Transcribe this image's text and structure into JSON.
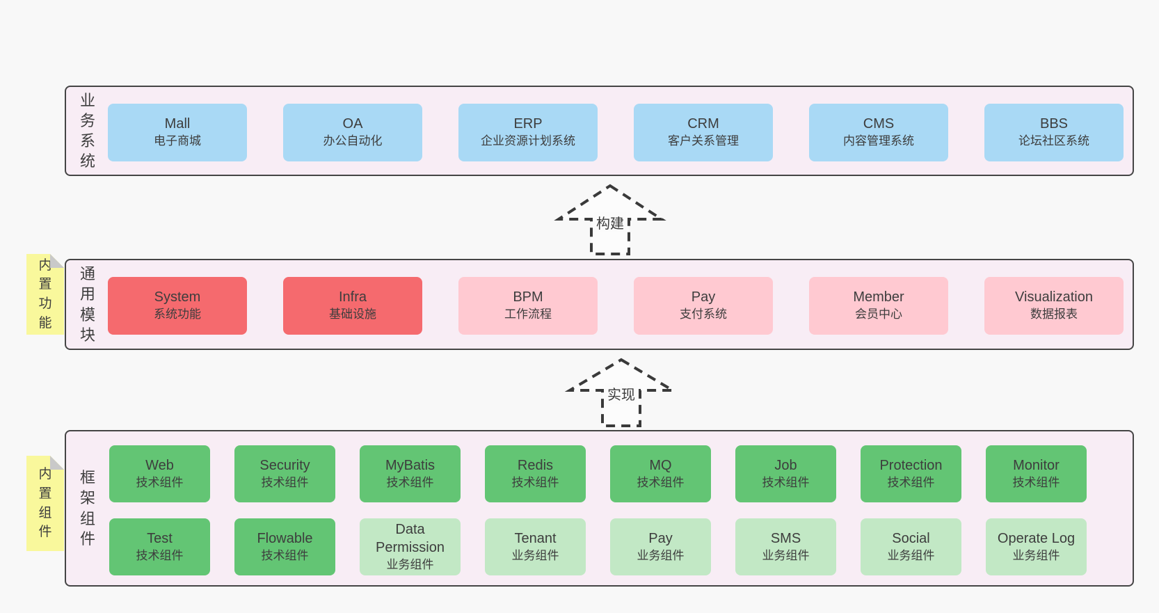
{
  "colors": {
    "page_bg": "#f8f8f8",
    "band_bg": "#f8edf5",
    "band_border": "#454545",
    "blue_box": "#a9d9f5",
    "red_box": "#f56a6e",
    "pink_box": "#ffc9d1",
    "green_box": "#63c574",
    "light_green_box": "#c2e8c5",
    "sticky_note": "#f9f89c",
    "note_fold": "#c9c9c9",
    "text": "#3d3d3d"
  },
  "bands": [
    {
      "label": "业务系统",
      "boxes": [
        {
          "name": "Mall",
          "subtitle": "电子商城"
        },
        {
          "name": "OA",
          "subtitle": "办公自动化"
        },
        {
          "name": "ERP",
          "subtitle": "企业资源计划系统"
        },
        {
          "name": "CRM",
          "subtitle": "客户关系管理"
        },
        {
          "name": "CMS",
          "subtitle": "内容管理系统"
        },
        {
          "name": "BBS",
          "subtitle": "论坛社区系统"
        }
      ]
    },
    {
      "label": "通用模块",
      "note": "内置功能",
      "boxes": [
        {
          "name": "System",
          "subtitle": "系统功能"
        },
        {
          "name": "Infra",
          "subtitle": "基础设施"
        },
        {
          "name": "BPM",
          "subtitle": "工作流程"
        },
        {
          "name": "Pay",
          "subtitle": "支付系统"
        },
        {
          "name": "Member",
          "subtitle": "会员中心"
        },
        {
          "name": "Visualization",
          "subtitle": "数据报表"
        }
      ]
    },
    {
      "label": "框架组件",
      "note": "内置组件",
      "rows": [
        [
          {
            "name": "Web",
            "subtitle": "技术组件"
          },
          {
            "name": "Security",
            "subtitle": "技术组件"
          },
          {
            "name": "MyBatis",
            "subtitle": "技术组件"
          },
          {
            "name": "Redis",
            "subtitle": "技术组件"
          },
          {
            "name": "MQ",
            "subtitle": "技术组件"
          },
          {
            "name": "Job",
            "subtitle": "技术组件"
          },
          {
            "name": "Protection",
            "subtitle": "技术组件"
          },
          {
            "name": "Monitor",
            "subtitle": "技术组件"
          }
        ],
        [
          {
            "name": "Test",
            "subtitle": "技术组件"
          },
          {
            "name": "Flowable",
            "subtitle": "技术组件"
          },
          {
            "name": "Data Permission",
            "subtitle": "业务组件"
          },
          {
            "name": "Tenant",
            "subtitle": "业务组件"
          },
          {
            "name": "Pay",
            "subtitle": "业务组件"
          },
          {
            "name": "SMS",
            "subtitle": "业务组件"
          },
          {
            "name": "Social",
            "subtitle": "业务组件"
          },
          {
            "name": "Operate Log",
            "subtitle": "业务组件"
          }
        ]
      ]
    }
  ],
  "arrows": [
    {
      "label": "构建"
    },
    {
      "label": "实现"
    }
  ]
}
